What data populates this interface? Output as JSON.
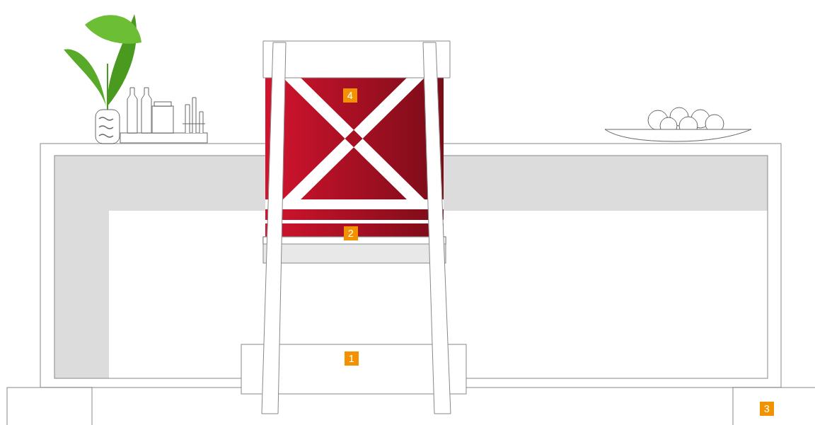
{
  "diagram": {
    "labels": [
      "4",
      "2",
      "1",
      "3"
    ]
  }
}
